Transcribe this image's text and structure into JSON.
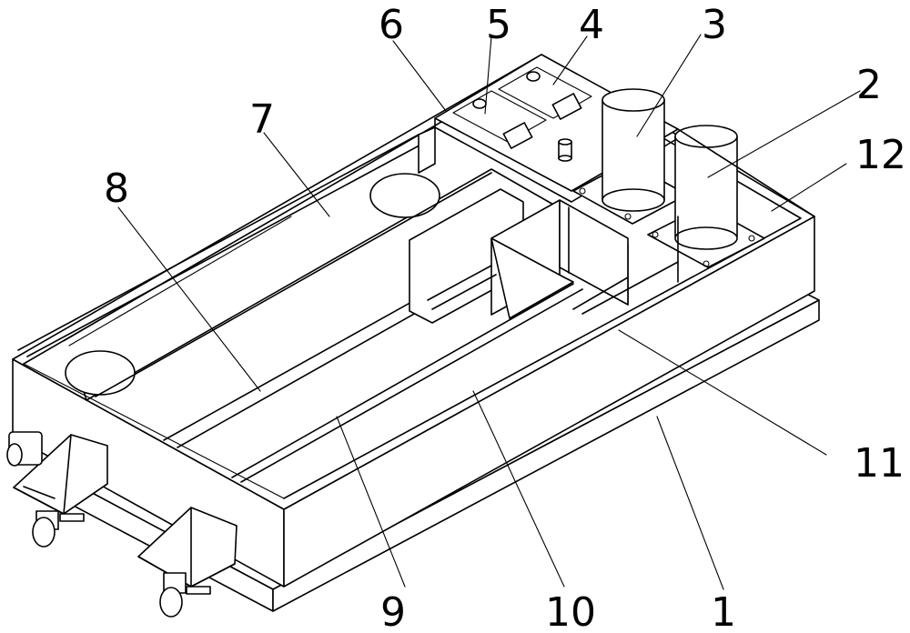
{
  "figure": {
    "description_labels": [
      {
        "id": "1",
        "text": "1"
      },
      {
        "id": "2",
        "text": "2"
      },
      {
        "id": "3",
        "text": "3"
      },
      {
        "id": "4",
        "text": "4"
      },
      {
        "id": "5",
        "text": "5"
      },
      {
        "id": "6",
        "text": "6"
      },
      {
        "id": "7",
        "text": "7"
      },
      {
        "id": "8",
        "text": "8"
      },
      {
        "id": "9",
        "text": "9"
      },
      {
        "id": "10",
        "text": "10"
      },
      {
        "id": "11",
        "text": "11"
      },
      {
        "id": "12",
        "text": "12"
      }
    ]
  }
}
